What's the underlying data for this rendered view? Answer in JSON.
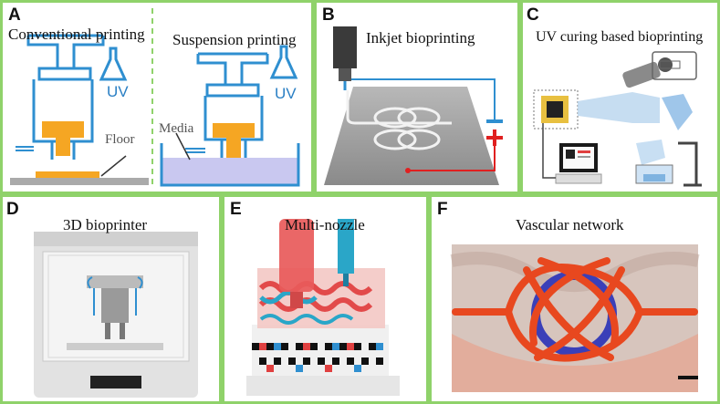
{
  "panels": {
    "A": {
      "label": "A",
      "left_title": "Conventional printing",
      "right_title": "Suspension printing",
      "uv_left": "UV",
      "uv_right": "UV",
      "floor_label": "Floor",
      "media_label": "Media"
    },
    "B": {
      "label": "B",
      "title": "Inkjet bioprinting"
    },
    "C": {
      "label": "C",
      "title": "UV curing based bioprinting"
    },
    "D": {
      "label": "D",
      "title": "3D bioprinter"
    },
    "E": {
      "label": "E",
      "title": "Multi-nozzle"
    },
    "F": {
      "label": "F",
      "title": "Vascular network"
    }
  },
  "colors": {
    "border": "#8fd26a",
    "nozzle_blue": "#2f8fd0",
    "ink_orange": "#f5a623",
    "media_lavender": "#c9c8f0",
    "vessel_red": "#e8481f",
    "vessel_blue": "#3a3fb8"
  }
}
